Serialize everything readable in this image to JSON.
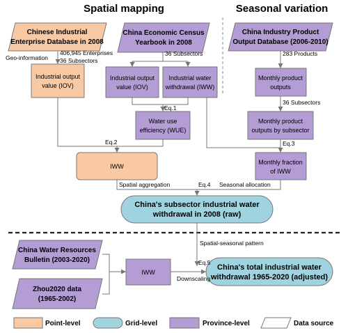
{
  "headers": {
    "spatial": "Spatial mapping",
    "seasonal": "Seasonal variation"
  },
  "sources": {
    "cied": [
      "Chinese Industrial",
      "Enterprise Database in 2008"
    ],
    "cecy": [
      "China Economic Census",
      "Yearbook in 2008"
    ],
    "cipod": [
      "China Industry Product",
      "Output Database (2006-2010)"
    ],
    "cwrb": [
      "China Water Resources",
      "Bulletin (2003-2020)"
    ],
    "zhou": [
      "Zhou2020 data",
      "(1965-2002)"
    ]
  },
  "boxes": {
    "iov_point": [
      "Industrial output",
      "value (IOV)"
    ],
    "iov_prov": [
      "Industrial output",
      "value (IOV)"
    ],
    "iww_prov": [
      "Industrial water",
      "withdrawal (IWW)"
    ],
    "wue": [
      "Water use",
      "efficiency (WUE)"
    ],
    "iww_point": "IWW",
    "monthly_outputs": [
      "Monthly product",
      "outputs"
    ],
    "monthly_subsector": [
      "Monthly product",
      "outputs by subsector"
    ],
    "monthly_fraction": [
      "Monthly fraction",
      "of IWW"
    ],
    "iww_hist": "IWW"
  },
  "results": {
    "subsector": [
      "China's subsector industrial water",
      "withdrawal in 2008 (raw)"
    ],
    "total": [
      "China's total industrial water",
      "withdrawal 1965-2020 (adjusted)"
    ]
  },
  "labels": {
    "geo": "Geo-information",
    "enterprises": "406,945 Enterprises",
    "subsectors_a": "36 Subsectors",
    "subsectors_b": "36 Subsectors",
    "products": "283 Products",
    "subsectors_c": "36 Subsectors",
    "eq1": "Eq.1",
    "eq2": "Eq.2",
    "eq3": "Eq.3",
    "eq4": "Eq.4",
    "eq5": "Eq.5",
    "spatial_agg": "Spatial aggregation",
    "seasonal_alloc": "Seasonal allocation",
    "spatial_seasonal": "Spatial-seasonal pattern",
    "downscaling": "Downscaling"
  },
  "legend": {
    "point": "Point-level",
    "grid": "Grid-level",
    "province": "Province-level",
    "source": "Data source"
  },
  "colors": {
    "point": "#f9c9a4",
    "grid": "#9fd3df",
    "province": "#b39dd4",
    "source": "#ffffff",
    "stroke": "#777777"
  }
}
